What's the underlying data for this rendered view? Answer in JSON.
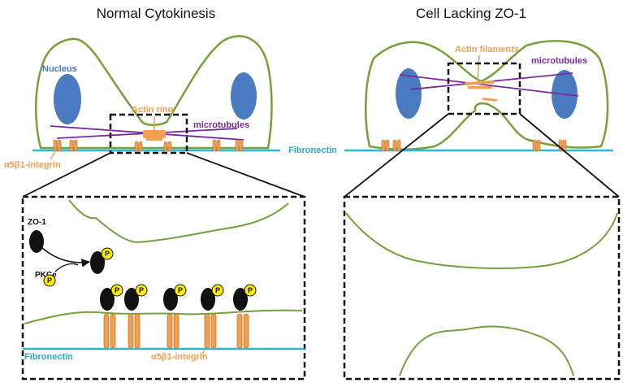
{
  "panels": {
    "left": {
      "title": "Normal Cytokinesis",
      "labels": {
        "nucleus": "Nucleus",
        "actin_ring": "Actin ring",
        "microtubules": "microtubules",
        "integrin": "α5β1-integrin"
      },
      "zoom": {
        "zo1": "ZO-1",
        "pkce": "PKCe",
        "phospho": "P",
        "fibronectin": "Fibronectin",
        "integrin": "α5β1-integrin"
      }
    },
    "right": {
      "title": "Cell Lacking ZO-1",
      "labels": {
        "actin_filaments": "Actin filaments",
        "microtubules": "microtubules",
        "fibronectin": "Fibronectin"
      }
    }
  },
  "colors": {
    "membrane": "#77a03c",
    "nucleus": "#4a7ac0",
    "actin": "#f0a050",
    "microtubules": "#7a2aa0",
    "fibronectin": "#39b0d0",
    "zo1": "#111111",
    "phospho": "#ffee00"
  }
}
